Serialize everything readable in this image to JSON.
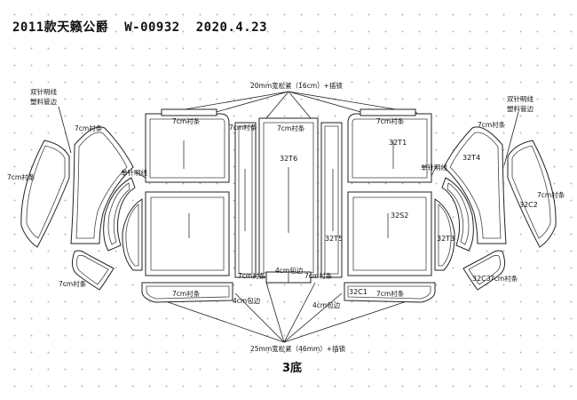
{
  "header": {
    "model": "2011款天籁公爵",
    "part_no": "W-00932",
    "date": "2020.4.23"
  },
  "labels": {
    "top_note": "20mm宽松紧（16cm）+插锁",
    "bottom_note": "25mm宽松紧（46mm）+插锁",
    "left_stitch": "双针明线",
    "left_stitch_2": "塑料管边",
    "right_stitch": "双针明线",
    "right_stitch_2": "塑料管边",
    "single_stitch_left": "单针明线",
    "single_stitch_right": "单针明线",
    "lining_7cm": "7cm衬条",
    "edging_4cm": "4cm包边",
    "footer": "3底"
  },
  "codes": {
    "t6": "32T6",
    "t1": "32T1",
    "t4": "32T4",
    "s2": "32S2",
    "t3": "32T3",
    "t5": "32T5",
    "c2": "32C2",
    "c1": "32C1",
    "c3": "32C3"
  }
}
